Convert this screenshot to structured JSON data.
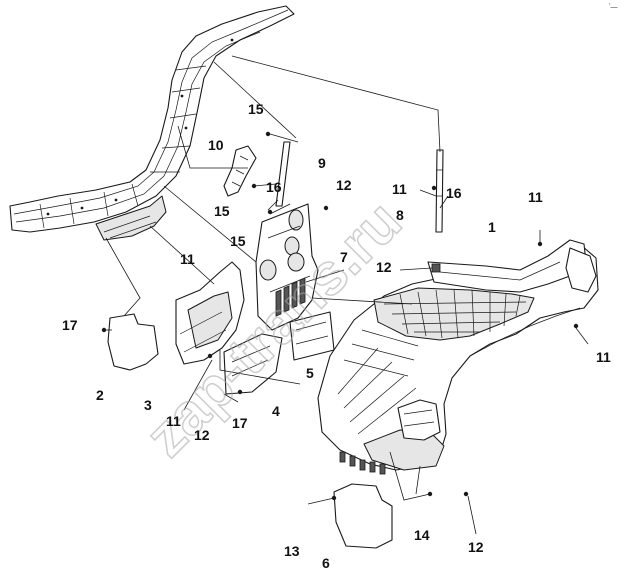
{
  "diagram": {
    "corner_mark": "ʼ—",
    "watermark": "zap-trans.ru",
    "callouts": {
      "c1": "1",
      "c2": "2",
      "c3": "3",
      "c4": "4",
      "c5": "5",
      "c6": "6",
      "c7": "7",
      "c8": "8",
      "c9": "9",
      "c10": "10",
      "c11a": "11",
      "c11b": "11",
      "c11c": "11",
      "c11d": "11",
      "c11e": "11",
      "c12a": "12",
      "c12b": "12",
      "c12c": "12",
      "c12d": "12",
      "c13": "13",
      "c14": "14",
      "c15a": "15",
      "c15b": "15",
      "c15c": "15",
      "c16a": "16",
      "c16b": "16",
      "c17a": "17",
      "c17b": "17"
    }
  }
}
